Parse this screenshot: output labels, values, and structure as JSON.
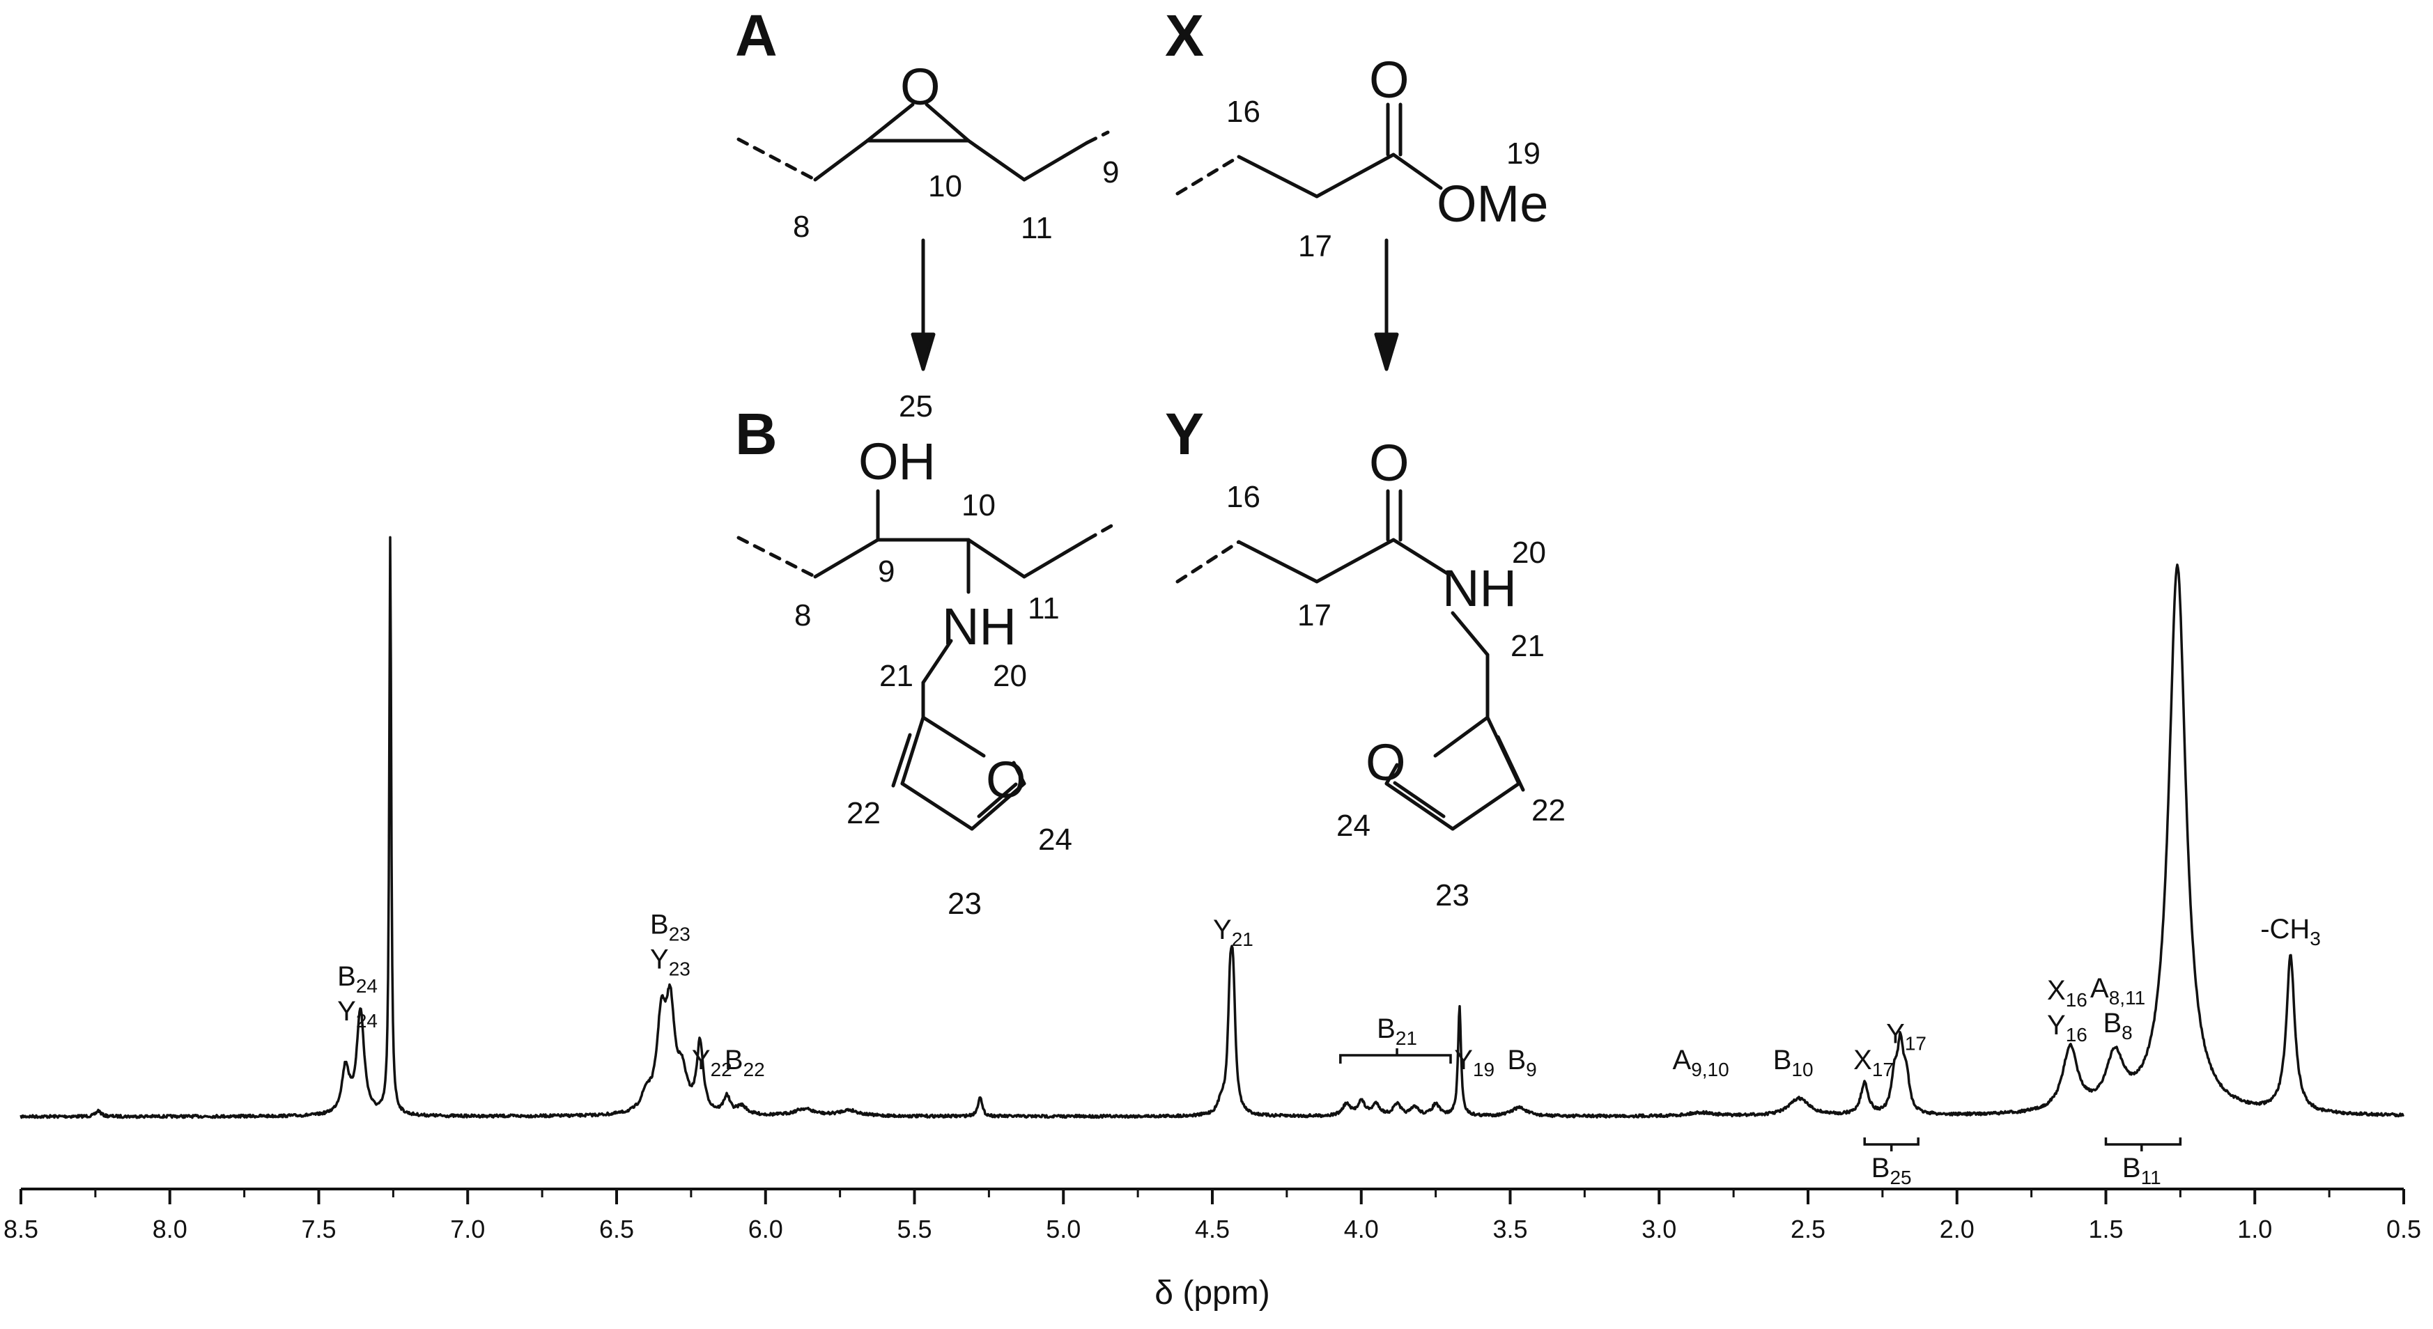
{
  "chart_data": {
    "type": "line",
    "xlabel": "δ (ppm)",
    "xlim": [
      8.5,
      0.5
    ],
    "x_reversed": true,
    "ticks": [
      8.5,
      8.0,
      7.5,
      7.0,
      6.5,
      6.0,
      5.5,
      5.0,
      4.5,
      4.0,
      3.5,
      3.0,
      2.5,
      2.0,
      1.5,
      1.0,
      0.5
    ],
    "tick_labels": [
      "8.5",
      "8.0",
      "7.5",
      "7.0",
      "6.5",
      "6.0",
      "5.5",
      "5.0",
      "4.5",
      "4.0",
      "3.5",
      "3.0",
      "2.5",
      "2.0",
      "1.5",
      "1.0",
      "0.5"
    ],
    "grid": false,
    "peaks": [
      {
        "ppm": 8.24,
        "height": 0.01,
        "width": 0.01
      },
      {
        "ppm": 7.41,
        "height": 0.08,
        "width": 0.015
      },
      {
        "ppm": 7.36,
        "height": 0.18,
        "width": 0.015
      },
      {
        "ppm": 7.26,
        "height": 1.0,
        "width": 0.004
      },
      {
        "ppm": 6.4,
        "height": 0.03,
        "width": 0.02
      },
      {
        "ppm": 6.35,
        "height": 0.15,
        "width": 0.018
      },
      {
        "ppm": 6.32,
        "height": 0.17,
        "width": 0.018
      },
      {
        "ppm": 6.28,
        "height": 0.06,
        "width": 0.02
      },
      {
        "ppm": 6.22,
        "height": 0.12,
        "width": 0.013
      },
      {
        "ppm": 6.13,
        "height": 0.03,
        "width": 0.013
      },
      {
        "ppm": 6.08,
        "height": 0.015,
        "width": 0.02
      },
      {
        "ppm": 5.87,
        "height": 0.012,
        "width": 0.04
      },
      {
        "ppm": 5.72,
        "height": 0.01,
        "width": 0.04
      },
      {
        "ppm": 5.28,
        "height": 0.035,
        "width": 0.008
      },
      {
        "ppm": 4.47,
        "height": 0.02,
        "width": 0.012
      },
      {
        "ppm": 4.44,
        "height": 0.19,
        "width": 0.009
      },
      {
        "ppm": 4.43,
        "height": 0.19,
        "width": 0.009
      },
      {
        "ppm": 4.05,
        "height": 0.02,
        "width": 0.015
      },
      {
        "ppm": 4.0,
        "height": 0.025,
        "width": 0.015
      },
      {
        "ppm": 3.95,
        "height": 0.02,
        "width": 0.015
      },
      {
        "ppm": 3.88,
        "height": 0.02,
        "width": 0.015
      },
      {
        "ppm": 3.82,
        "height": 0.015,
        "width": 0.015
      },
      {
        "ppm": 3.75,
        "height": 0.02,
        "width": 0.015
      },
      {
        "ppm": 3.67,
        "height": 0.19,
        "width": 0.006
      },
      {
        "ppm": 3.47,
        "height": 0.015,
        "width": 0.03
      },
      {
        "ppm": 2.86,
        "height": 0.006,
        "width": 0.05
      },
      {
        "ppm": 2.53,
        "height": 0.03,
        "width": 0.04
      },
      {
        "ppm": 2.31,
        "height": 0.055,
        "width": 0.015
      },
      {
        "ppm": 2.21,
        "height": 0.06,
        "width": 0.012
      },
      {
        "ppm": 2.19,
        "height": 0.11,
        "width": 0.012
      },
      {
        "ppm": 2.17,
        "height": 0.06,
        "width": 0.012
      },
      {
        "ppm": 1.62,
        "height": 0.11,
        "width": 0.03
      },
      {
        "ppm": 1.47,
        "height": 0.09,
        "width": 0.035
      },
      {
        "ppm": 1.26,
        "height": 0.95,
        "width": 0.035
      },
      {
        "ppm": 0.88,
        "height": 0.27,
        "width": 0.017
      }
    ],
    "annotations": [
      {
        "ppm": 7.37,
        "lines": [
          {
            "main": "B",
            "sub": "24"
          },
          {
            "main": "Y",
            "sub": "24"
          }
        ]
      },
      {
        "ppm": 6.32,
        "lines": [
          {
            "main": "B",
            "sub": "23"
          },
          {
            "main": "Y",
            "sub": "23"
          }
        ]
      },
      {
        "ppm": 6.18,
        "lines": [
          {
            "main": "Y",
            "sub": "22"
          }
        ]
      },
      {
        "ppm": 6.07,
        "lines": [
          {
            "main": "B",
            "sub": "22"
          }
        ]
      },
      {
        "ppm": 4.43,
        "lines": [
          {
            "main": "Y",
            "sub": "21"
          }
        ]
      },
      {
        "ppm": 3.88,
        "lines": [
          {
            "main": "B",
            "sub": "21"
          }
        ],
        "bracket": [
          4.07,
          3.7
        ]
      },
      {
        "ppm": 3.62,
        "lines": [
          {
            "main": "Y",
            "sub": "19"
          }
        ]
      },
      {
        "ppm": 3.46,
        "lines": [
          {
            "main": "B",
            "sub": "9"
          }
        ]
      },
      {
        "ppm": 2.86,
        "lines": [
          {
            "main": "A",
            "sub": "9,10"
          }
        ]
      },
      {
        "ppm": 2.55,
        "lines": [
          {
            "main": "B",
            "sub": "10"
          }
        ]
      },
      {
        "ppm": 2.28,
        "lines": [
          {
            "main": "X",
            "sub": "17"
          }
        ]
      },
      {
        "ppm": 2.17,
        "lines": [
          {
            "main": "Y",
            "sub": "17"
          }
        ]
      },
      {
        "ppm": 2.22,
        "lines": [
          {
            "main": "B",
            "sub": "25"
          }
        ],
        "bracket_below": [
          2.31,
          2.13
        ]
      },
      {
        "ppm": 1.63,
        "lines": [
          {
            "main": "X",
            "sub": "16"
          },
          {
            "main": "Y",
            "sub": "16"
          }
        ]
      },
      {
        "ppm": 1.46,
        "lines": [
          {
            "main": "A",
            "sub": "8,11"
          },
          {
            "main": "B",
            "sub": "8"
          }
        ]
      },
      {
        "ppm": 1.38,
        "lines": [
          {
            "main": "B",
            "sub": "11"
          }
        ],
        "bracket_below": [
          1.5,
          1.25
        ]
      },
      {
        "ppm": 0.88,
        "lines": [
          {
            "main": "-CH",
            "sub": "3"
          }
        ]
      }
    ]
  },
  "structures": {
    "A": {
      "label": "A",
      "atoms": [
        "O"
      ],
      "numbers": [
        "8",
        "10",
        "11",
        "9"
      ]
    },
    "X": {
      "label": "X",
      "atoms": [
        "O",
        "OMe"
      ],
      "numbers": [
        "16",
        "19",
        "17"
      ]
    },
    "B": {
      "label": "B",
      "atoms": [
        "OH",
        "NH",
        "O"
      ],
      "numbers": [
        "25",
        "10",
        "9",
        "8",
        "11",
        "21",
        "20",
        "22",
        "24",
        "23"
      ]
    },
    "Y": {
      "label": "Y",
      "atoms": [
        "O",
        "NH",
        "O"
      ],
      "numbers": [
        "16",
        "20",
        "17",
        "21",
        "24",
        "22",
        "23"
      ]
    }
  }
}
